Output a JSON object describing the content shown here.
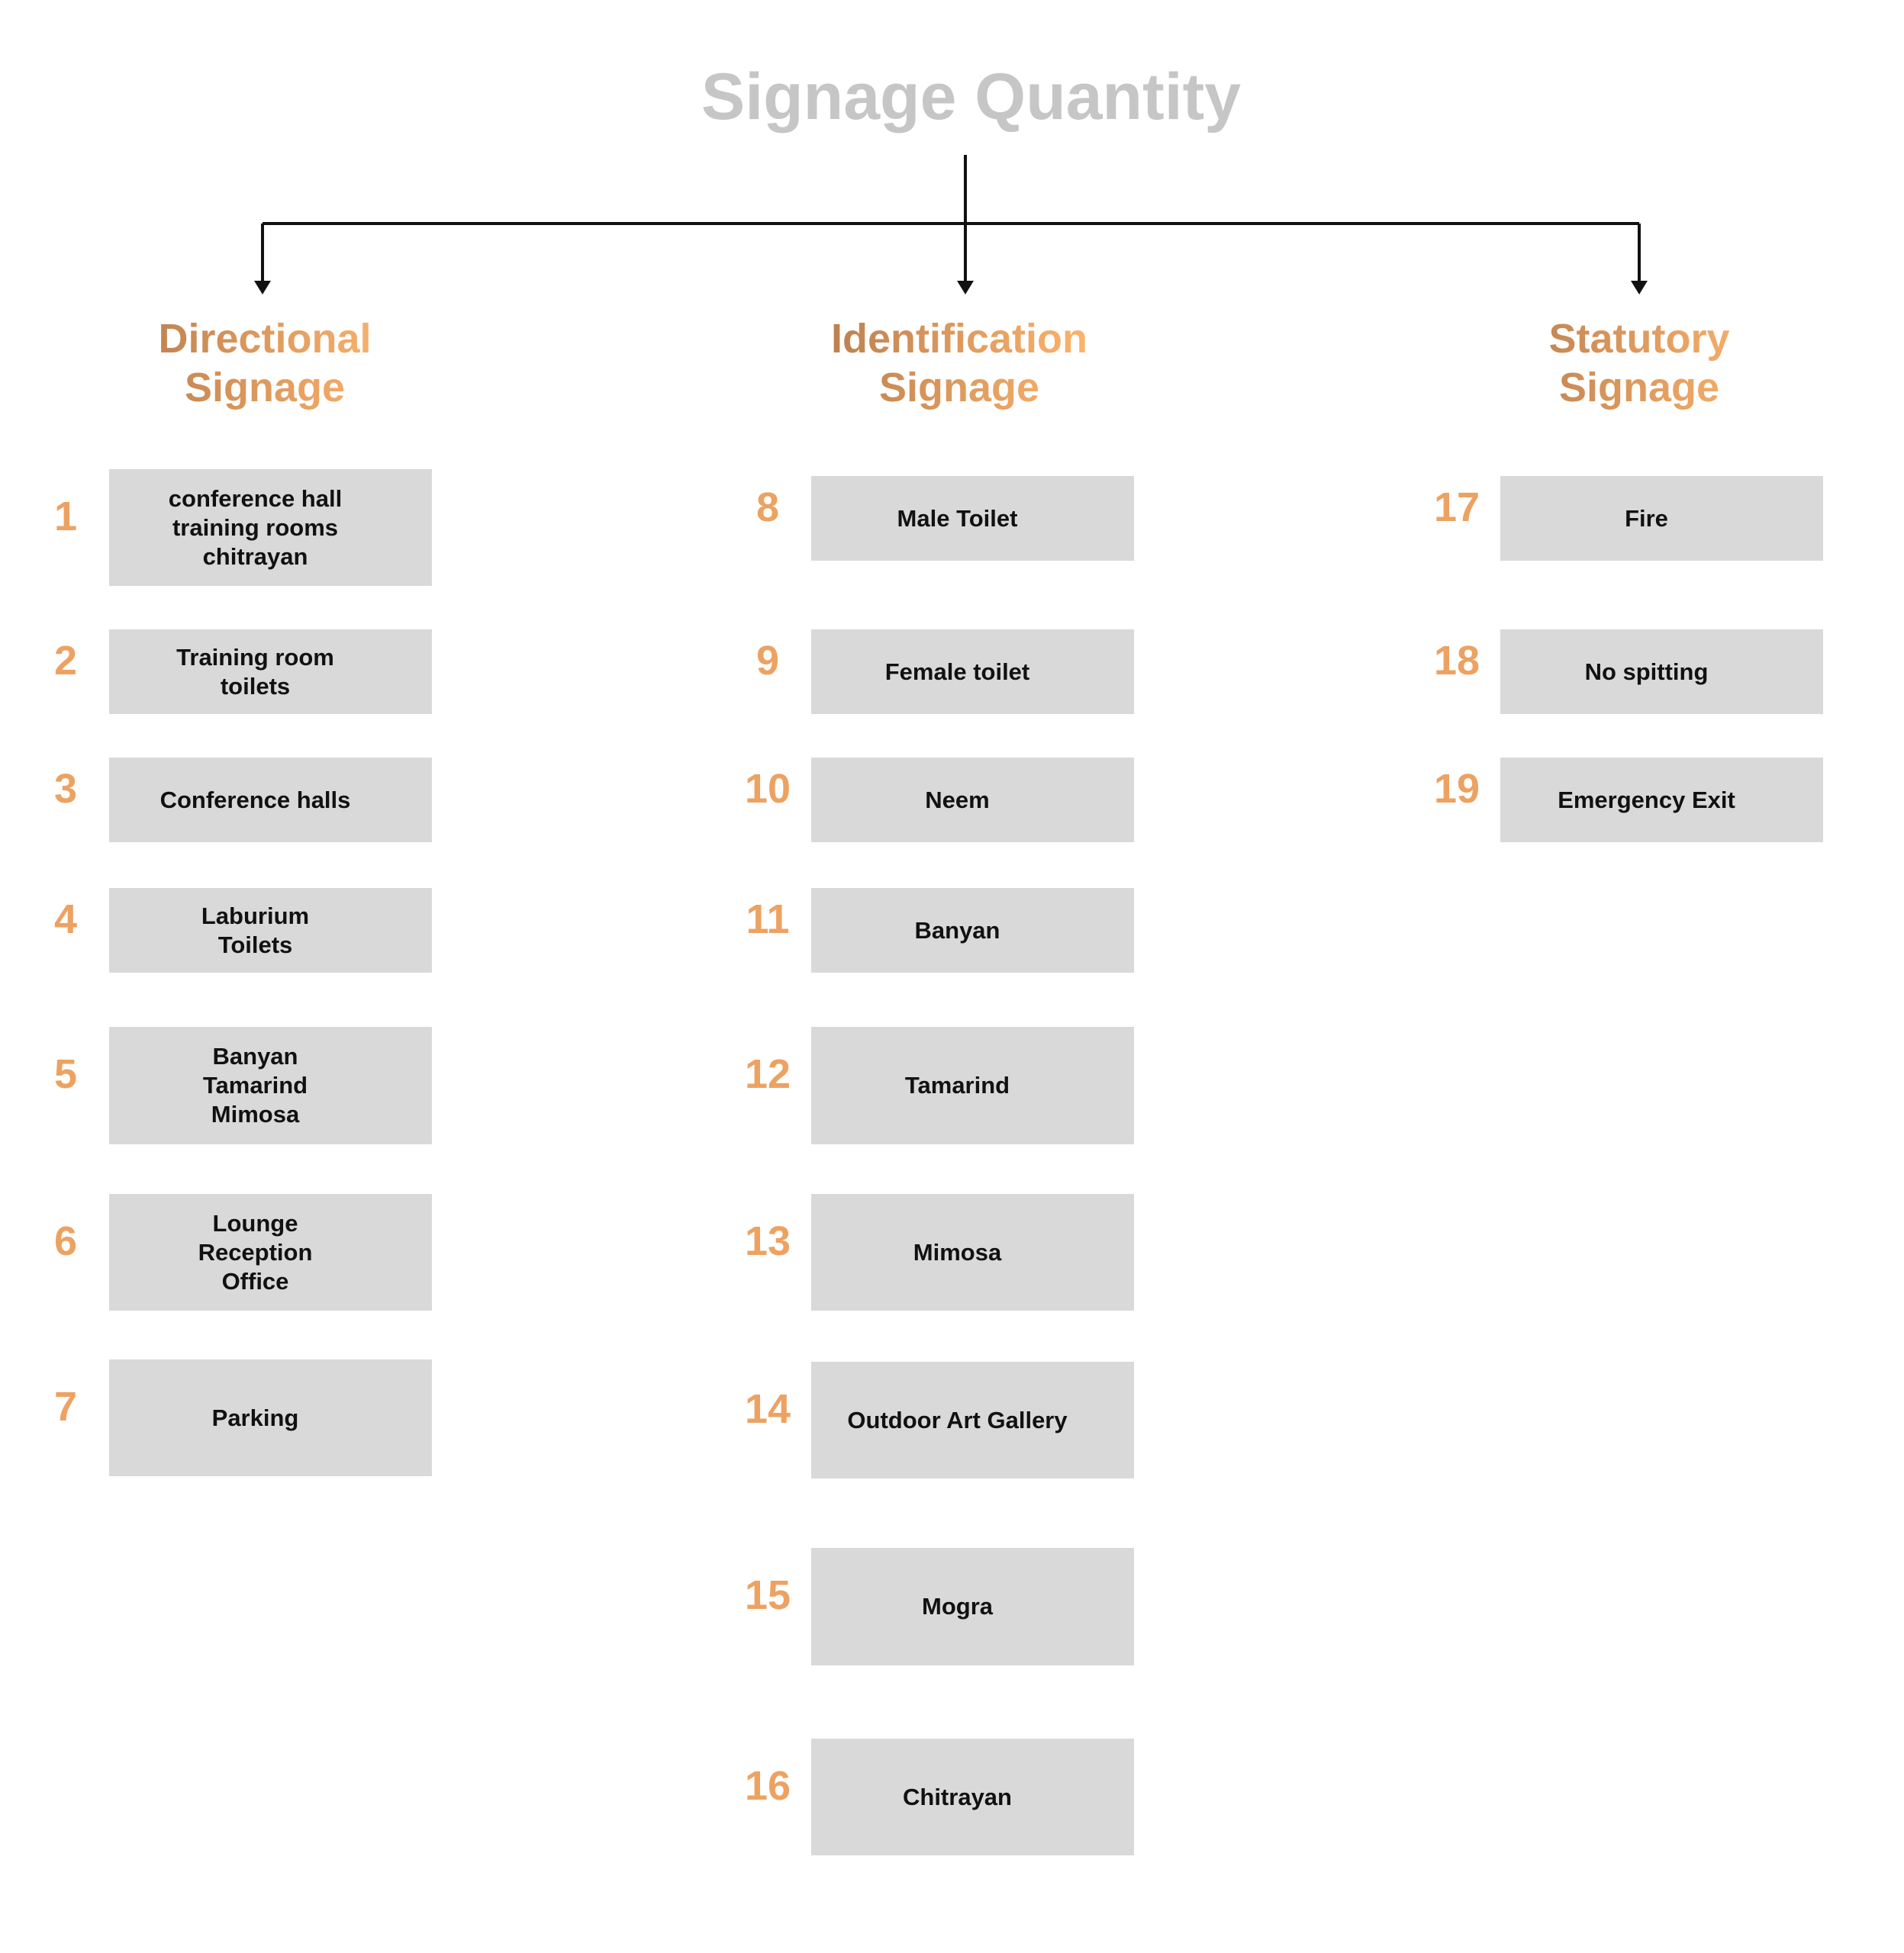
{
  "title": "Signage Quantity",
  "colors": {
    "title": "#c6c6c6",
    "heading_start": "#9e6e45",
    "heading_end": "#ffb56c",
    "number": "#eda262",
    "box": "#d9d9d9"
  },
  "columns": [
    {
      "heading": "Directional\nSignage",
      "items": [
        {
          "number": "1",
          "label": "conference hall\ntraining rooms\nchitrayan"
        },
        {
          "number": "2",
          "label": "Training room\ntoilets"
        },
        {
          "number": "3",
          "label": "Conference halls"
        },
        {
          "number": "4",
          "label": "Laburium\nToilets"
        },
        {
          "number": "5",
          "label": "Banyan\nTamarind\nMimosa"
        },
        {
          "number": "6",
          "label": "Lounge\nReception\nOffice"
        },
        {
          "number": "7",
          "label": "Parking"
        }
      ]
    },
    {
      "heading": "Identification\nSignage",
      "items": [
        {
          "number": "8",
          "label": "Male Toilet"
        },
        {
          "number": "9",
          "label": "Female toilet"
        },
        {
          "number": "10",
          "label": "Neem"
        },
        {
          "number": "11",
          "label": "Banyan"
        },
        {
          "number": "12",
          "label": "Tamarind"
        },
        {
          "number": "13",
          "label": "Mimosa"
        },
        {
          "number": "14",
          "label": "Outdoor Art Gallery"
        },
        {
          "number": "15",
          "label": "Mogra"
        },
        {
          "number": "16",
          "label": "Chitrayan"
        }
      ]
    },
    {
      "heading": "Statutory\nSignage",
      "items": [
        {
          "number": "17",
          "label": "Fire"
        },
        {
          "number": "18",
          "label": "No spitting"
        },
        {
          "number": "19",
          "label": "Emergency Exit"
        }
      ]
    }
  ]
}
